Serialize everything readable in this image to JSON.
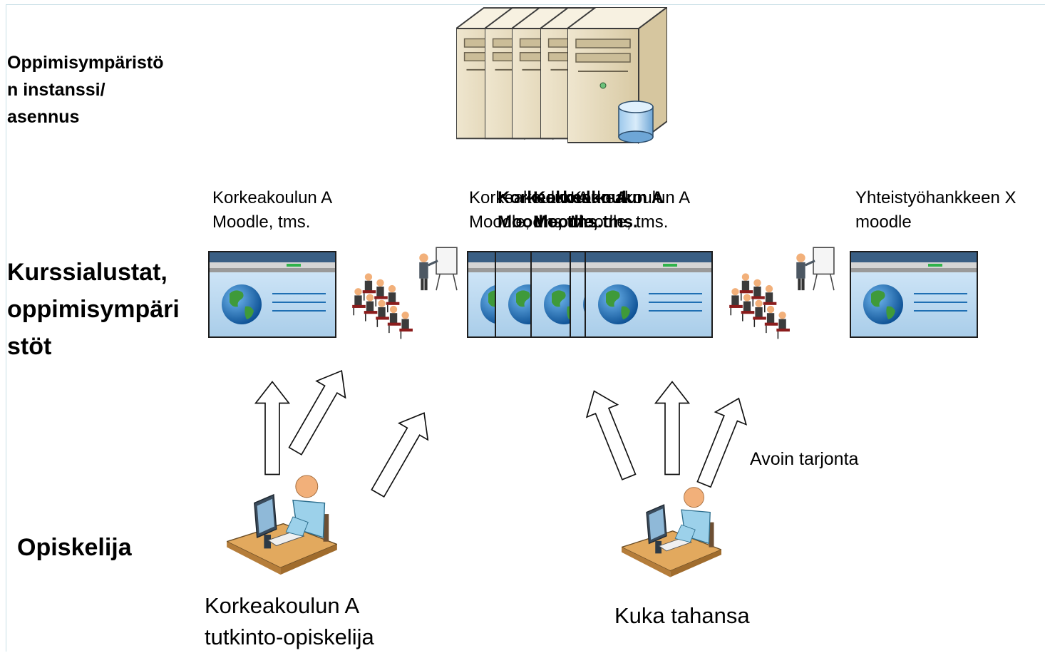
{
  "labels": {
    "instance": [
      "Oppimisympäristö",
      "n instanssi/",
      "asennus"
    ],
    "platforms": [
      "Kurssialustat,",
      "oppimisympäri",
      "stöt"
    ],
    "student": "Opiskelija"
  },
  "platforms": [
    {
      "line1": "Korkeakoulun A",
      "line2": "Moodle, tms."
    },
    {
      "line1": "Korkeakoulun A",
      "line2": "Moodle, tms."
    },
    {
      "line1": "Korkeakoulun A",
      "line2": "Moodle, tms."
    },
    {
      "line1": "Korkeakoulun A",
      "line2": "Moodle, tms."
    },
    {
      "line1": "Korkeakoulun A",
      "line2": "Moodle, tms."
    },
    {
      "line1": "Yhteistyöhankkeen X",
      "line2": "moodle"
    }
  ],
  "users": {
    "degree_student": [
      "Korkeakoulun A",
      "tutkinto-opiskelija"
    ],
    "anyone": "Kuka tahansa"
  },
  "open_offering": "Avoin tarjonta",
  "colors": {
    "server_body": "#e9dfc6",
    "screen_blue": "#bcd9f2",
    "screen_border": "#1d1d1d",
    "screen_header": "#3a5f84",
    "globe": "#1f6fb3",
    "person_skin": "#f2b07a",
    "person_shirt": "#9dd2ea",
    "desk": "#e0a55a",
    "frame": "#c9dfe6"
  }
}
